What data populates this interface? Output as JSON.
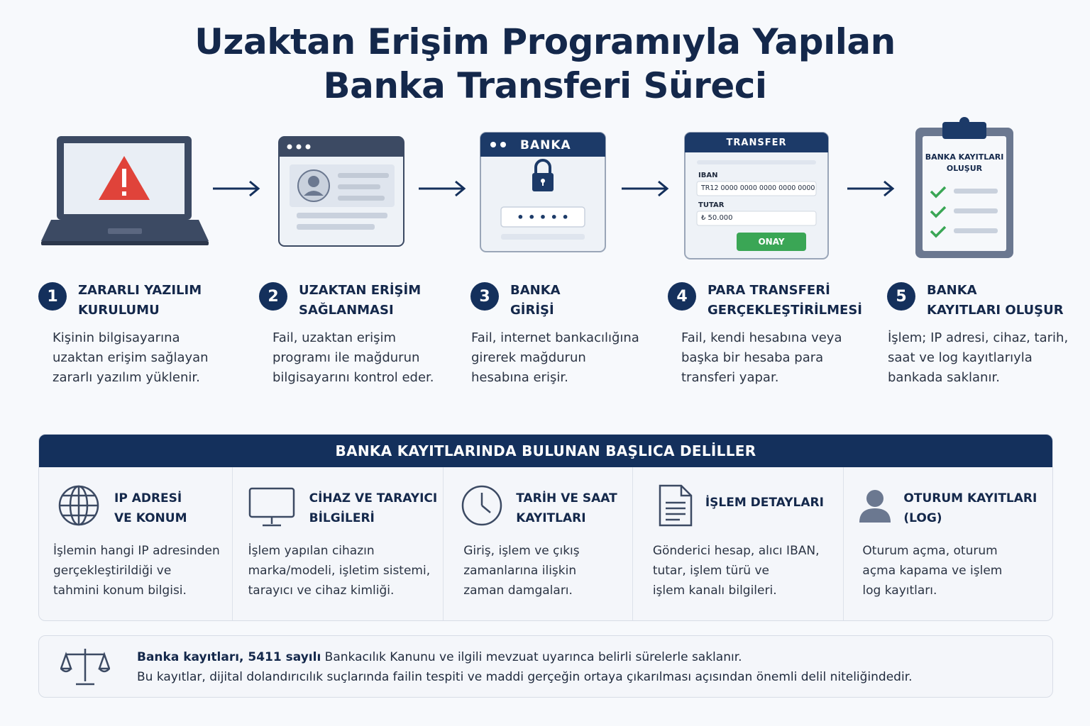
{
  "title_line1": "Uzaktan Erişim Programıyla Yapılan",
  "title_line2": "Banka Transferi Süreci",
  "icons": {
    "bank_window_label": "BANKA",
    "password_mask": "• • • • •",
    "transfer_window_label": "TRANSFER",
    "iban_label": "IBAN",
    "iban_value": "TR12 0000 0000 0000 0000 0000",
    "amount_label": "TUTAR",
    "amount_value": "₺ 50.000",
    "confirm_label": "ONAY",
    "records_label_line1": "BANKA KAYITLARI",
    "records_label_line2": "OLUŞUR"
  },
  "steps": [
    {
      "number": "1",
      "title": "ZARARLI YAZILIM\nKURULUMU",
      "desc": "Kişinin bilgisayarına\nuzaktan erişim sağlayan\nzararlı yazılım yüklenir."
    },
    {
      "number": "2",
      "title": "UZAKTAN ERİŞİM\nSAĞLANMASI",
      "desc": "Fail, uzaktan erişim\nprogramı ile mağdurun\nbilgisayarını kontrol eder."
    },
    {
      "number": "3",
      "title": "BANKA\nGİRİŞİ",
      "desc": "Fail, internet bankacılığına\ngirerek mağdurun\nhesabına erişir."
    },
    {
      "number": "4",
      "title": "PARA TRANSFERİ\nGERÇEKLEŞTİRİLMESİ",
      "desc": "Fail, kendi hesabına veya\nbaşka bir hesaba para\ntransferi yapar."
    },
    {
      "number": "5",
      "title": "BANKA\nKAYITLARI OLUŞUR",
      "desc": "İşlem; IP adresi, cihaz, tarih,\nsaat ve log kayıtlarıyla\nbankada saklanır."
    }
  ],
  "evidence": {
    "heading": "BANKA KAYITLARINDA BULUNAN BAŞLICA DELİLLER",
    "items": [
      {
        "icon": "globe-icon",
        "title": "IP ADRESİ\nVE KONUM",
        "desc": "İşlemin hangi IP adresinden\ngerçekleştirildiği ve\ntahmini konum bilgisi."
      },
      {
        "icon": "monitor-icon",
        "title": "CİHAZ VE TARAYICI\nBİLGİLERİ",
        "desc": "İşlem yapılan cihazın\nmarka/modeli, işletim sistemi,\ntarayıcı ve cihaz kimliği."
      },
      {
        "icon": "clock-icon",
        "title": "TARİH VE SAAT\nKAYITLARI",
        "desc": "Giriş, işlem ve çıkış\nzamanlarına ilişkin\nzaman damgaları."
      },
      {
        "icon": "document-icon",
        "title": "İŞLEM DETAYLARI",
        "desc": "Gönderici hesap, alıcı IBAN,\ntutar, işlem türü ve\nişlem kanalı bilgileri."
      },
      {
        "icon": "user-icon",
        "title": "OTURUM KAYITLARI\n(LOG)",
        "desc": "Oturum açma, oturum\naçma kapama ve işlem\nlog kayıtları."
      }
    ]
  },
  "note": {
    "bold": "Banka kayıtları, 5411 sayılı",
    "line1_rest": " Bankacılık Kanunu ve ilgili mevzuat uyarınca belirli sürelerle saklanır.",
    "line2": "Bu kayıtlar, dijital dolandırıcılık suçlarında failin tespiti ve maddi gerçeğin ortaya çıkarılması açısından önemli delil niteliğindedir."
  },
  "colors": {
    "navy": "#14305c",
    "warning_red": "#e0433a",
    "confirm_green": "#3aa655",
    "check_green": "#3aa655"
  }
}
